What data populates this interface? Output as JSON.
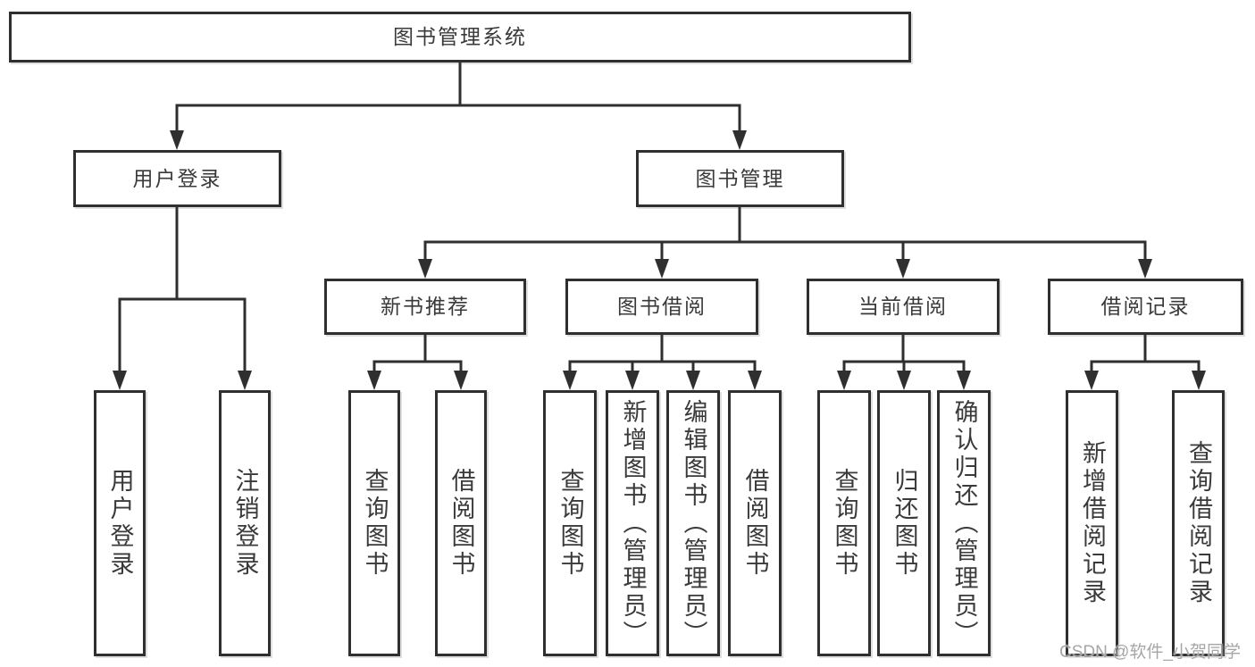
{
  "diagram": {
    "type": "hierarchy-tree",
    "tree": {
      "root": {
        "label": "图书管理系统",
        "children": [
          {
            "label": "用户登录",
            "children": [
              {
                "label": "用户登录"
              },
              {
                "label": "注销登录"
              }
            ]
          },
          {
            "label": "图书管理",
            "children": [
              {
                "label": "新书推荐",
                "children": [
                  {
                    "label": "查询图书"
                  },
                  {
                    "label": "借阅图书"
                  }
                ]
              },
              {
                "label": "图书借阅",
                "children": [
                  {
                    "label": "查询图书"
                  },
                  {
                    "label": "新增图书（管理员）"
                  },
                  {
                    "label": "编辑图书（管理员）"
                  },
                  {
                    "label": "借阅图书"
                  }
                ]
              },
              {
                "label": "当前借阅",
                "children": [
                  {
                    "label": "查询图书"
                  },
                  {
                    "label": "归还图书"
                  },
                  {
                    "label": "确认归还（管理员）"
                  }
                ]
              },
              {
                "label": "借阅记录",
                "children": [
                  {
                    "label": "新增借阅记录"
                  },
                  {
                    "label": "查询借阅记录"
                  }
                ]
              }
            ]
          }
        ]
      }
    },
    "colors": {
      "line": "#2f2f2f",
      "text": "#3a3a3a",
      "watermark": "#a6a6a6"
    }
  },
  "watermark": {
    "text": "CSDN @软件_小贺同学"
  }
}
